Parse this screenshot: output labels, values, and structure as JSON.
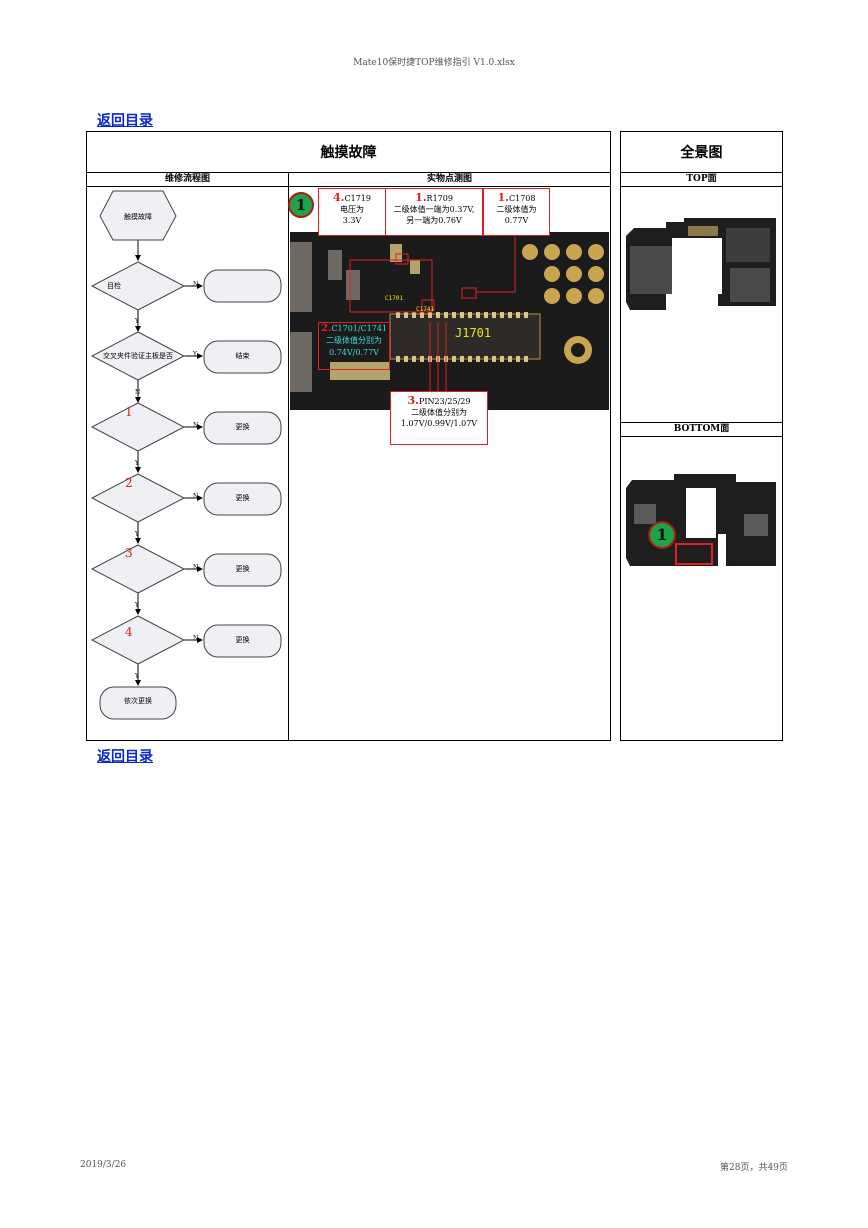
{
  "header": {
    "doc_title": "Mate10保时捷TOP维修指引 V1.0.xlsx"
  },
  "nav": {
    "back_link": "返回目录"
  },
  "section": {
    "title": "触摸故障",
    "panorama_title": "全景图",
    "flow_header": "维修流程图",
    "photo_header": "实物点测图",
    "top_header": "TOP面",
    "bottom_header": "BOTTOM面"
  },
  "flow": {
    "start": "触摸故障",
    "d0": "目检",
    "d1": "交叉夹件验证主板是否",
    "end_label": "结束",
    "steps": [
      "1",
      "2",
      "3",
      "4"
    ],
    "replace": "更换",
    "final": "依次更换",
    "yes": "Y",
    "no": "N"
  },
  "callouts": [
    {
      "num": "4.",
      "part": "C1719",
      "line2": "电压为",
      "line3": "3.3V"
    },
    {
      "num": "1.",
      "part": "R1709",
      "line2": "二级体值一端为0.37V,",
      "line3": "另一端为0.76V"
    },
    {
      "num": "1.",
      "part": "C1708",
      "line2": "二级体值为",
      "line3": "0.77V"
    },
    {
      "num": "3.",
      "part": "PIN23/25/29",
      "line2": "二级体值分别为",
      "line3": "1.07V/0.99V/1.07V"
    }
  ],
  "pcb": {
    "connector": "J1701",
    "c1701": "C1701",
    "c1741": "C1741",
    "callout2_num": "2.",
    "callout2_part": "C1701/C1741",
    "callout2_line2": "二级体值分别为",
    "callout2_line3": "0.74V/0.77V",
    "marker": "1"
  },
  "footer": {
    "date": "2019/3/26",
    "page": "第28页，共49页"
  },
  "colors": {
    "link": "#0a27c9",
    "marker_green": "#1fa34a",
    "callout_red": "#e02020",
    "pcb": "#1b1b1b"
  }
}
